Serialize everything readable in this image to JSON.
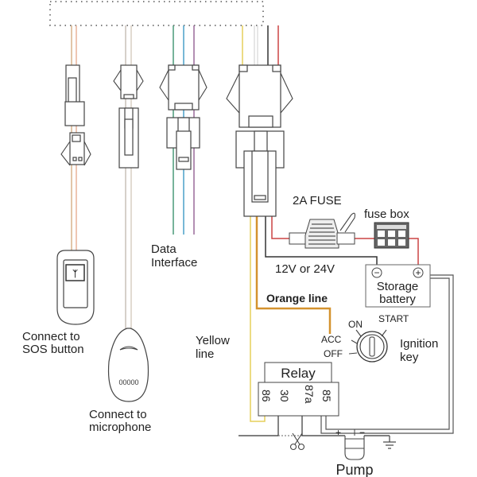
{
  "diagram": {
    "title": "",
    "labels": {
      "data_interface": [
        "Data",
        "Interface"
      ],
      "sos_button": [
        "Connect to",
        "SOS button"
      ],
      "microphone": [
        "Connect to",
        "microphone"
      ],
      "yellow_line": [
        "Yellow",
        "line"
      ],
      "orange_line": "Orange line",
      "fuse": "2A FUSE",
      "fuse_box": "fuse box",
      "voltage": "12V or 24V",
      "battery": [
        "Storage",
        "battery"
      ],
      "battery_minus": "−",
      "battery_plus": "+",
      "ignition": [
        "Ignition",
        "key"
      ],
      "ign_on": "ON",
      "ign_start": "START",
      "ign_acc": "ACC",
      "ign_off": "OFF",
      "relay": "Relay",
      "relay_pins": [
        "86",
        "30",
        "87a",
        "85"
      ],
      "pump": "Pump",
      "pump_plus": "+",
      "pump_minus": "−"
    },
    "wire_colors": {
      "sos": [
        "#d9b38c",
        "#e8b49a"
      ],
      "mic": [
        "#c8c0b8",
        "#d8cfc4"
      ],
      "data": [
        "#4a9a78",
        "#4aa0c8",
        "#9a6a9a"
      ],
      "power": [
        "#e6cf5a",
        "#dddddd",
        "#dddddd",
        "#333333",
        "#cc4444"
      ],
      "yellow_line": "#e6cf5a",
      "orange_line": "#d4922e",
      "red_wire": "#cc4444",
      "black_wire": "#333333"
    },
    "icons": {
      "sos": "sos-button-icon",
      "mic": "microphone-icon",
      "fuse": "fuse-icon",
      "fuse_box": "fuse-box-icon",
      "battery": "battery-icon",
      "ignition": "ignition-key-icon",
      "relay": "relay-icon",
      "pump": "pump-icon",
      "scissors": "scissors-icon",
      "ground": "ground-icon"
    }
  }
}
